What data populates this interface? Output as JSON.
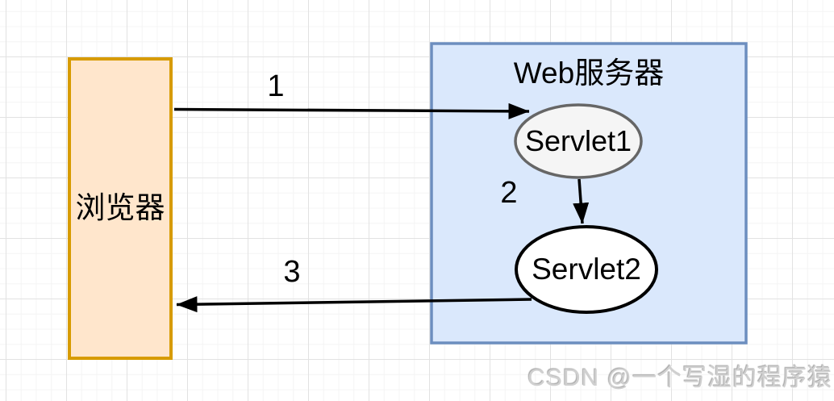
{
  "diagram": {
    "browser": {
      "label": "浏览器"
    },
    "server": {
      "title": "Web服务器"
    },
    "servlet1": {
      "label": "Servlet1"
    },
    "servlet2": {
      "label": "Servlet2"
    },
    "edges": [
      {
        "id": "browser-to-servlet1",
        "label": "1"
      },
      {
        "id": "servlet1-to-servlet2",
        "label": "2"
      },
      {
        "id": "servlet2-to-browser",
        "label": "3"
      }
    ]
  },
  "watermark": {
    "text": "CSDN @一个写湿的程序猿"
  },
  "colors": {
    "browser_fill": "#FFE6CC",
    "browser_stroke": "#D79B00",
    "server_fill": "#DAE8FC",
    "server_stroke": "#6C8EBF",
    "servlet1_fill": "#F5F5F5",
    "servlet1_stroke": "#666666",
    "servlet2_fill": "#FFFFFF",
    "servlet2_stroke": "#000000",
    "edge": "#000000",
    "text": "#000000",
    "watermark_text": "#D0D0D0",
    "grid_minor": "#F4F4F4",
    "grid_major": "#E2E2E2"
  }
}
